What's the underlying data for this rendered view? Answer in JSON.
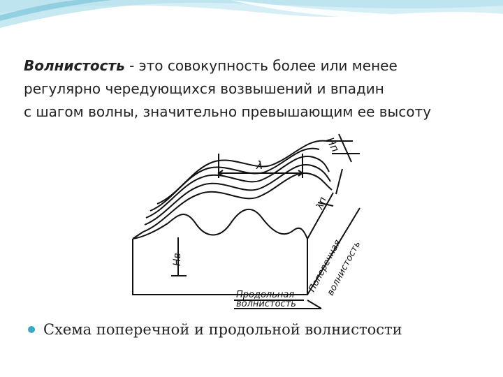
{
  "definition": {
    "term": "Волнистость",
    "line1_rest": " - это совокупность более или менее",
    "line2": "регулярно чередующихся возвышений и впадин",
    "line3": "с шагом волны, значительно превышающим ее высоту"
  },
  "figure": {
    "labels": {
      "lambda": "λ",
      "hp": "Hп",
      "lambda_p": "λп",
      "hv": "Hв",
      "transverse_1": "Поперечная",
      "transverse_2": "волнистость",
      "longitudinal_1": "Продольная",
      "longitudinal_2": "волнистость"
    }
  },
  "caption": {
    "text": "Схема поперечной и продольной волнистости"
  },
  "colors": {
    "accent": "#3aa7c4",
    "header_light": "#d6eef5",
    "header_mid": "#9fd3e3"
  }
}
